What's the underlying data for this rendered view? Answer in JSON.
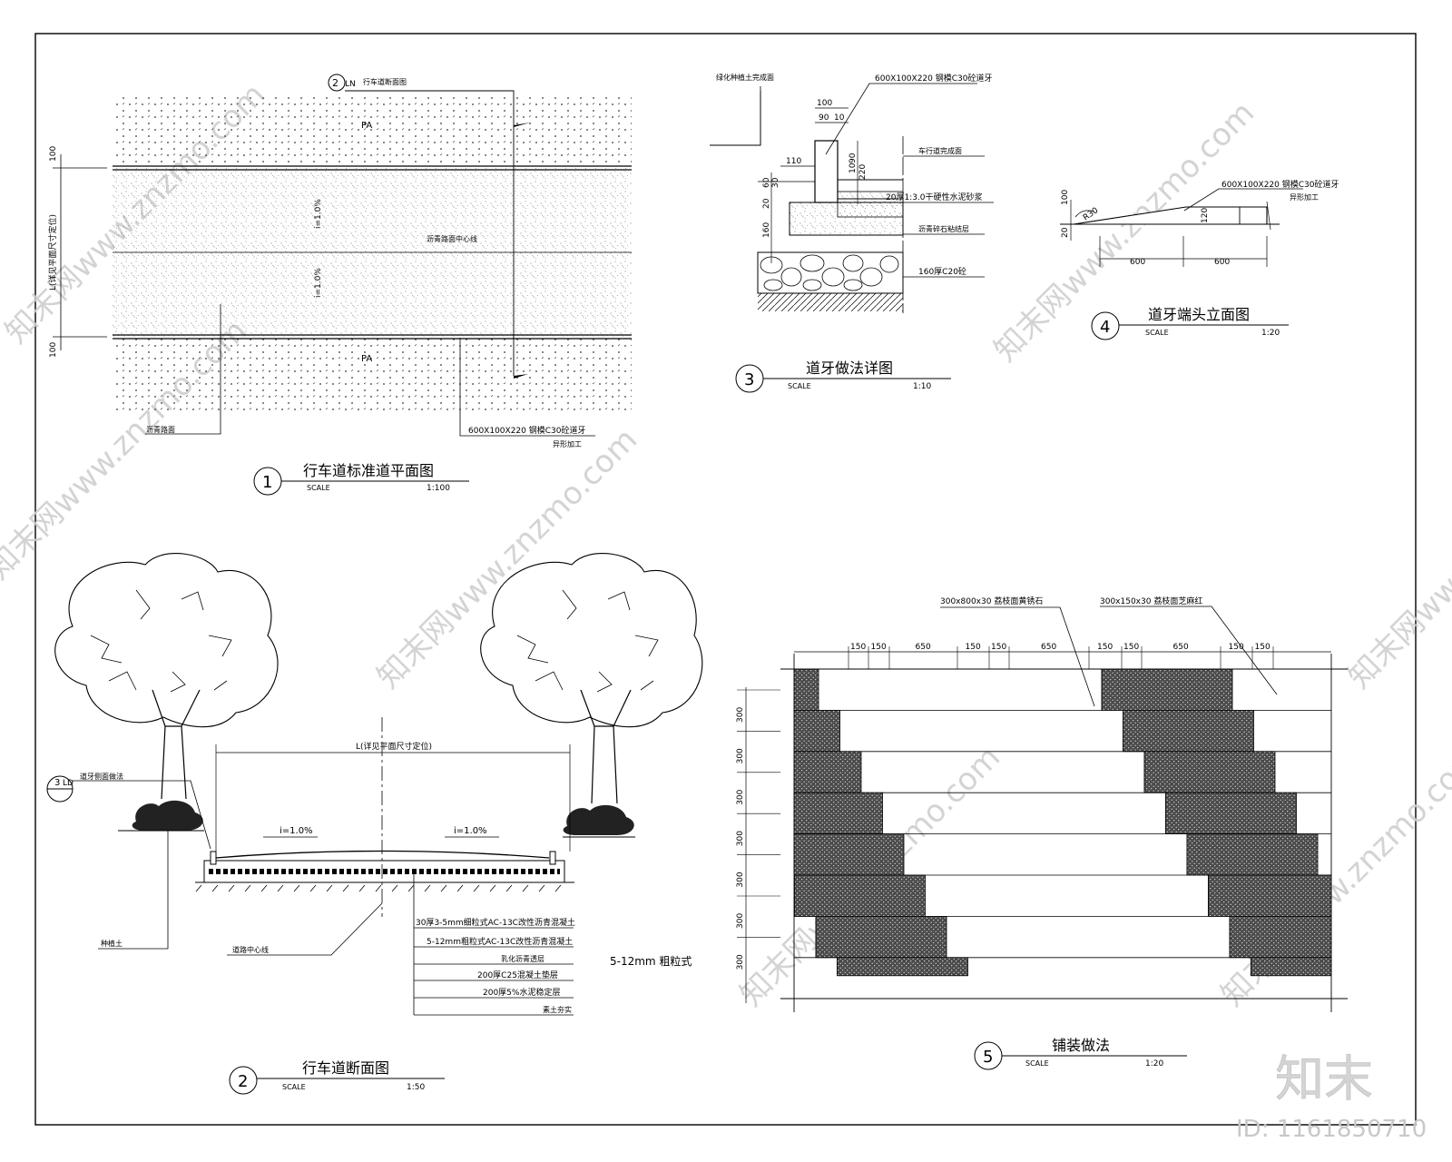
{
  "watermark": {
    "site_text": "知末网www.znzmo.com",
    "logo_text": "知末",
    "id_label": "ID: 1161850710"
  },
  "views": {
    "v1": {
      "number": "1",
      "title": "行车道标准道平面图",
      "scale_label": "SCALE",
      "scale_value": "1:100",
      "pa_top": "PA",
      "pa_bottom": "PA",
      "dim_100_top": "100",
      "dim_100_bottom": "100",
      "dim_width": "L(详见平面尺寸定位)",
      "slope_1": "i=1.0%",
      "slope_2": "i=1.0%",
      "centerline_note": "沥青路面中心线",
      "section_ref_num": "2",
      "section_ref_sheet": "LN",
      "section_ref_note": "行车道断面图",
      "asphalt_note": "沥青路面",
      "curb_note": "600X100X220 钢模C30砼道牙",
      "curb_note_2": "异形加工"
    },
    "v2": {
      "number": "2",
      "title": "行车道断面图",
      "scale_label": "SCALE",
      "scale_value": "1:50",
      "width_label": "L(详见平面尺寸定位)",
      "slope_left": "i=1.0%",
      "slope_right": "i=1.0%",
      "detail_ref_num": "3",
      "detail_ref_sheet": "LD",
      "detail_ref_note": "道牙侧面做法",
      "soil_note": "种植土",
      "centerline_note": "道路中心线",
      "layers": [
        "30厚3-5mm细粒式AC-13C改性沥青混凝土",
        "5-12mm粗粒式AC-13C改性沥青混凝土",
        "乳化沥青透层",
        "200厚C25混凝土垫层",
        "200厚5%水泥稳定层",
        "素土夯实"
      ],
      "side_note": "5-12mm 粗粒式"
    },
    "v3": {
      "number": "3",
      "title": "道牙做法详图",
      "scale_label": "SCALE",
      "scale_value": "1:10",
      "top_note": "绿化种植土完成面",
      "curb_note": "600X100X220 钢模C30砼道牙",
      "dim_100": "100",
      "dim_90": "90",
      "dim_10": "10",
      "dim_110": "110",
      "dim_60": "60",
      "dim_30": "30",
      "dim_20": "20",
      "dim_160": "160",
      "dim_r90": "90",
      "dim_r10": "10",
      "dim_r220": "220",
      "note_road": "车行道完成面",
      "note_mortar": "20厚1:3.0干硬性水泥砂浆",
      "note_asphalt": "沥青碎石粘结层",
      "note_base": "160厚C20砼"
    },
    "v4": {
      "number": "4",
      "title": "道牙端头立面图",
      "scale_label": "SCALE",
      "scale_value": "1:20",
      "curb_note": "600X100X220 钢模C30砼道牙",
      "curb_note_2": "异形加工",
      "dim_100": "100",
      "dim_20": "20",
      "dim_r30": "R30",
      "dim_120": "120",
      "dim_600a": "600",
      "dim_600b": "600"
    },
    "v5": {
      "number": "5",
      "title": "铺装做法",
      "scale_label": "SCALE",
      "scale_value": "1:20",
      "note_granite": "300x800x30 荔枝面黄锈石",
      "note_red": "300x150x30 荔枝面芝麻红",
      "top_dims": [
        "150",
        "150",
        "650",
        "150",
        "150",
        "650",
        "150",
        "150",
        "650",
        "150",
        "150"
      ],
      "row_dims": [
        "300",
        "300",
        "300",
        "300",
        "300",
        "300",
        "300"
      ]
    }
  }
}
